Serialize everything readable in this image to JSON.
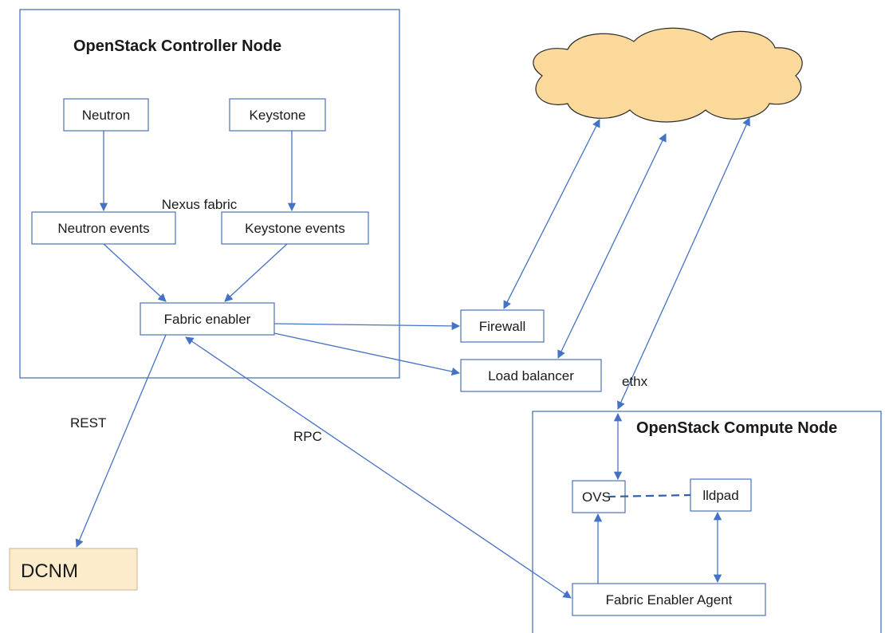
{
  "controller": {
    "title": "OpenStack Controller Node",
    "neutron": "Neutron",
    "keystone": "Keystone",
    "nexus_fabric": "Nexus fabric",
    "neutron_events": "Neutron events",
    "keystone_events": "Keystone events",
    "fabric_enabler": "Fabric enabler"
  },
  "services": {
    "firewall": "Firewall",
    "load_balancer": "Load balancer"
  },
  "compute": {
    "title": "OpenStack Compute Node",
    "ovs": "OVS",
    "lldpad": "lldpad",
    "agent": "Fabric Enabler Agent"
  },
  "links": {
    "rest": "REST",
    "rpc": "RPC",
    "ethx": "ethx"
  },
  "dcnm": "DCNM",
  "colors": {
    "line": "#4472c4",
    "cloud_fill": "#fbd99a",
    "dcnm_fill": "#fdeccc"
  }
}
